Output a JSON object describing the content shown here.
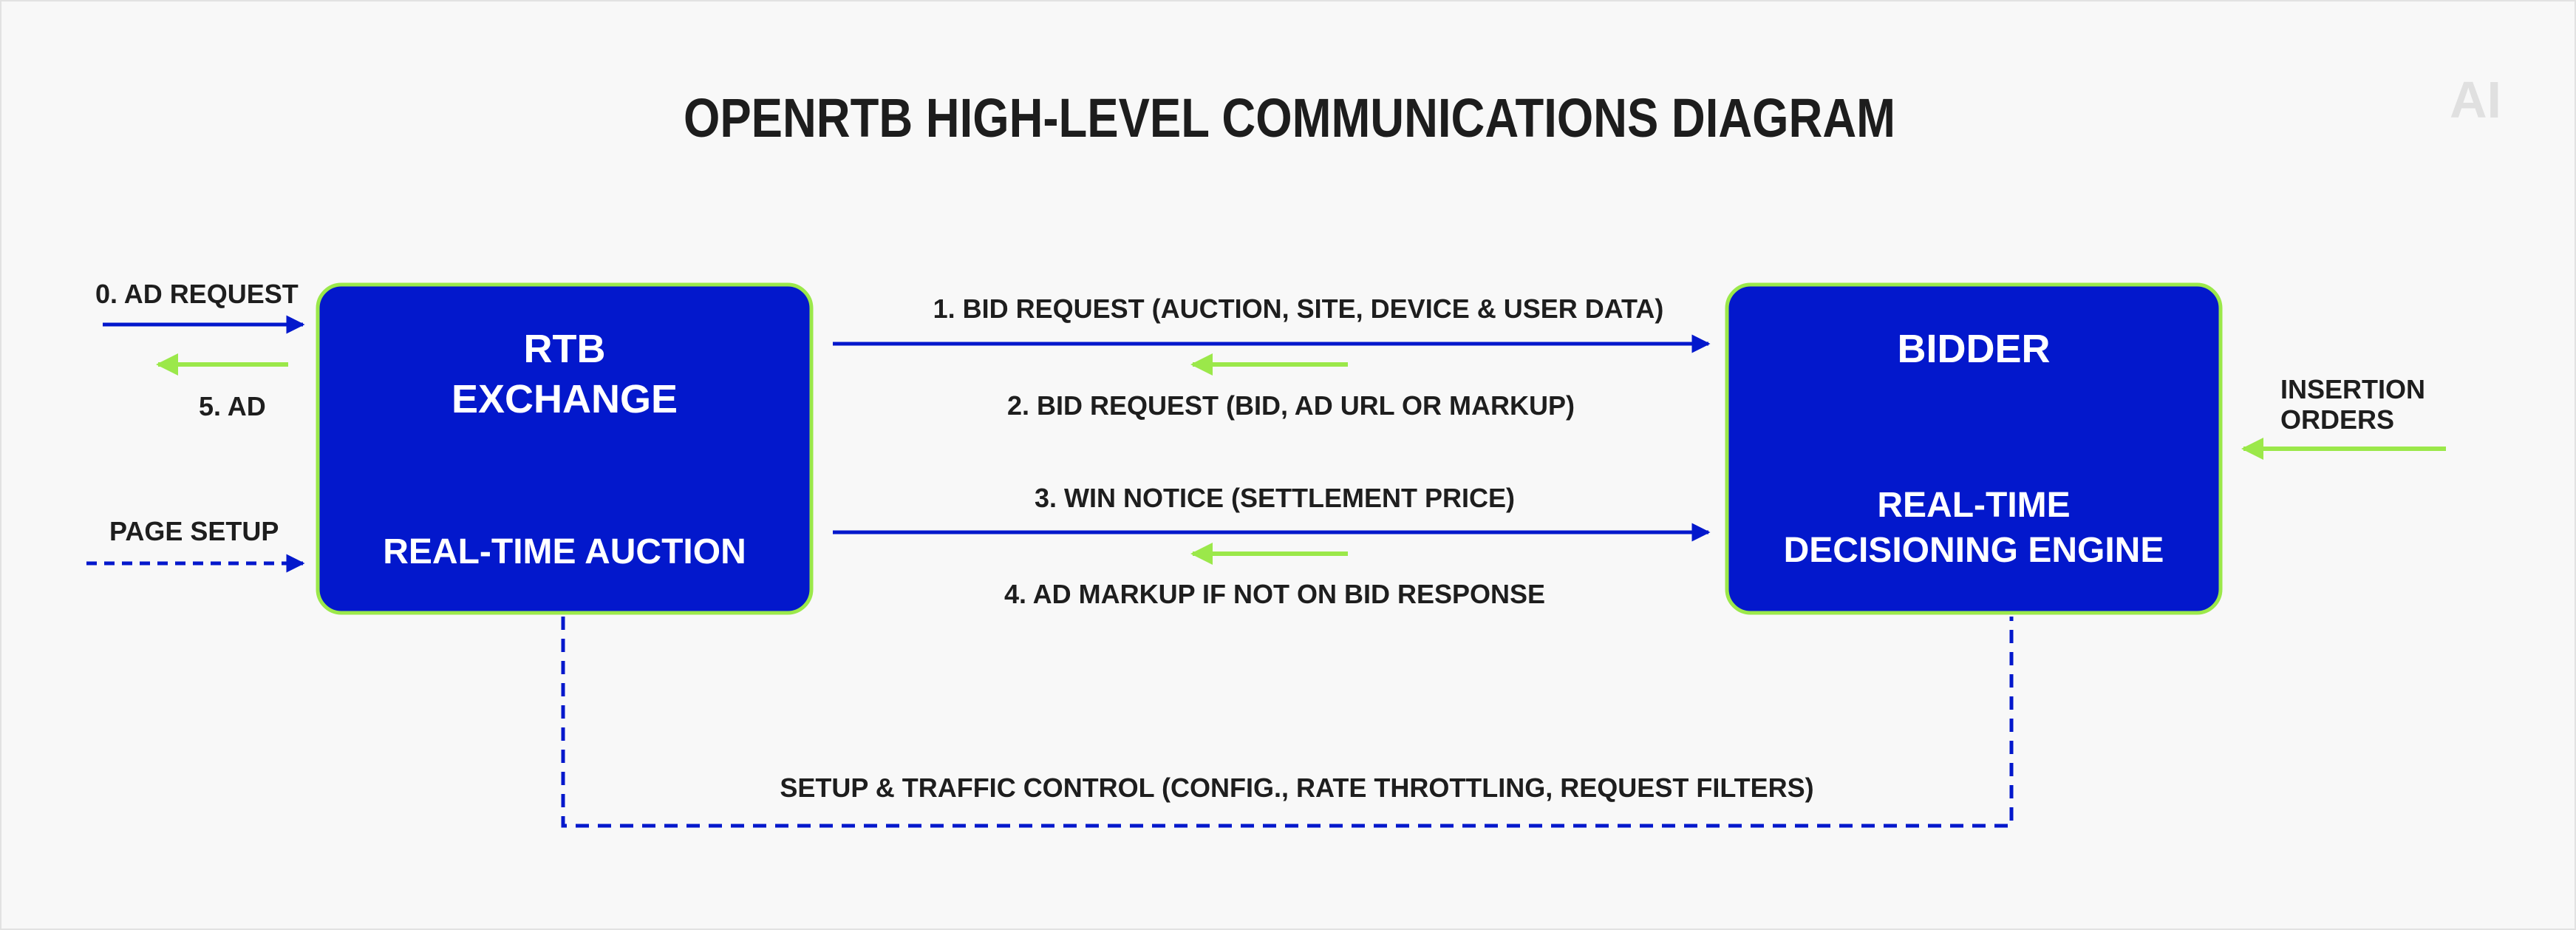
{
  "title": "OPENRTB HIGH-LEVEL COMMUNICATIONS DIAGRAM",
  "logo": "AI",
  "colors": {
    "primary_blue": "#0318cc",
    "accent_green": "#9be84a",
    "text_dark": "#1e1e1e",
    "background": "#f8f8f8"
  },
  "exchange": {
    "title_line1": "RTB",
    "title_line2": "EXCHANGE",
    "subtitle": "REAL-TIME AUCTION"
  },
  "bidder": {
    "title": "BIDDER",
    "subtitle_line1": "REAL-TIME",
    "subtitle_line2": "DECISIONING ENGINE"
  },
  "left_labels": {
    "ad_request": "0. AD REQUEST",
    "ad": "5.  AD",
    "page_setup": "PAGE SETUP"
  },
  "right_labels": {
    "insertion_line1": "INSERTION",
    "insertion_line2": "ORDERS"
  },
  "flows": {
    "step1": "1.  BID REQUEST (AUCTION, SITE, DEVICE & USER DATA)",
    "step2": "2.  BID REQUEST (BID, AD URL OR MARKUP)",
    "step3": "3.  WIN NOTICE (SETTLEMENT PRICE)",
    "step4": "4.  AD MARKUP IF NOT ON BID RESPONSE"
  },
  "bottom_label": "SETUP & TRAFFIC CONTROL (CONFIG., RATE THROTTLING, REQUEST FILTERS)"
}
